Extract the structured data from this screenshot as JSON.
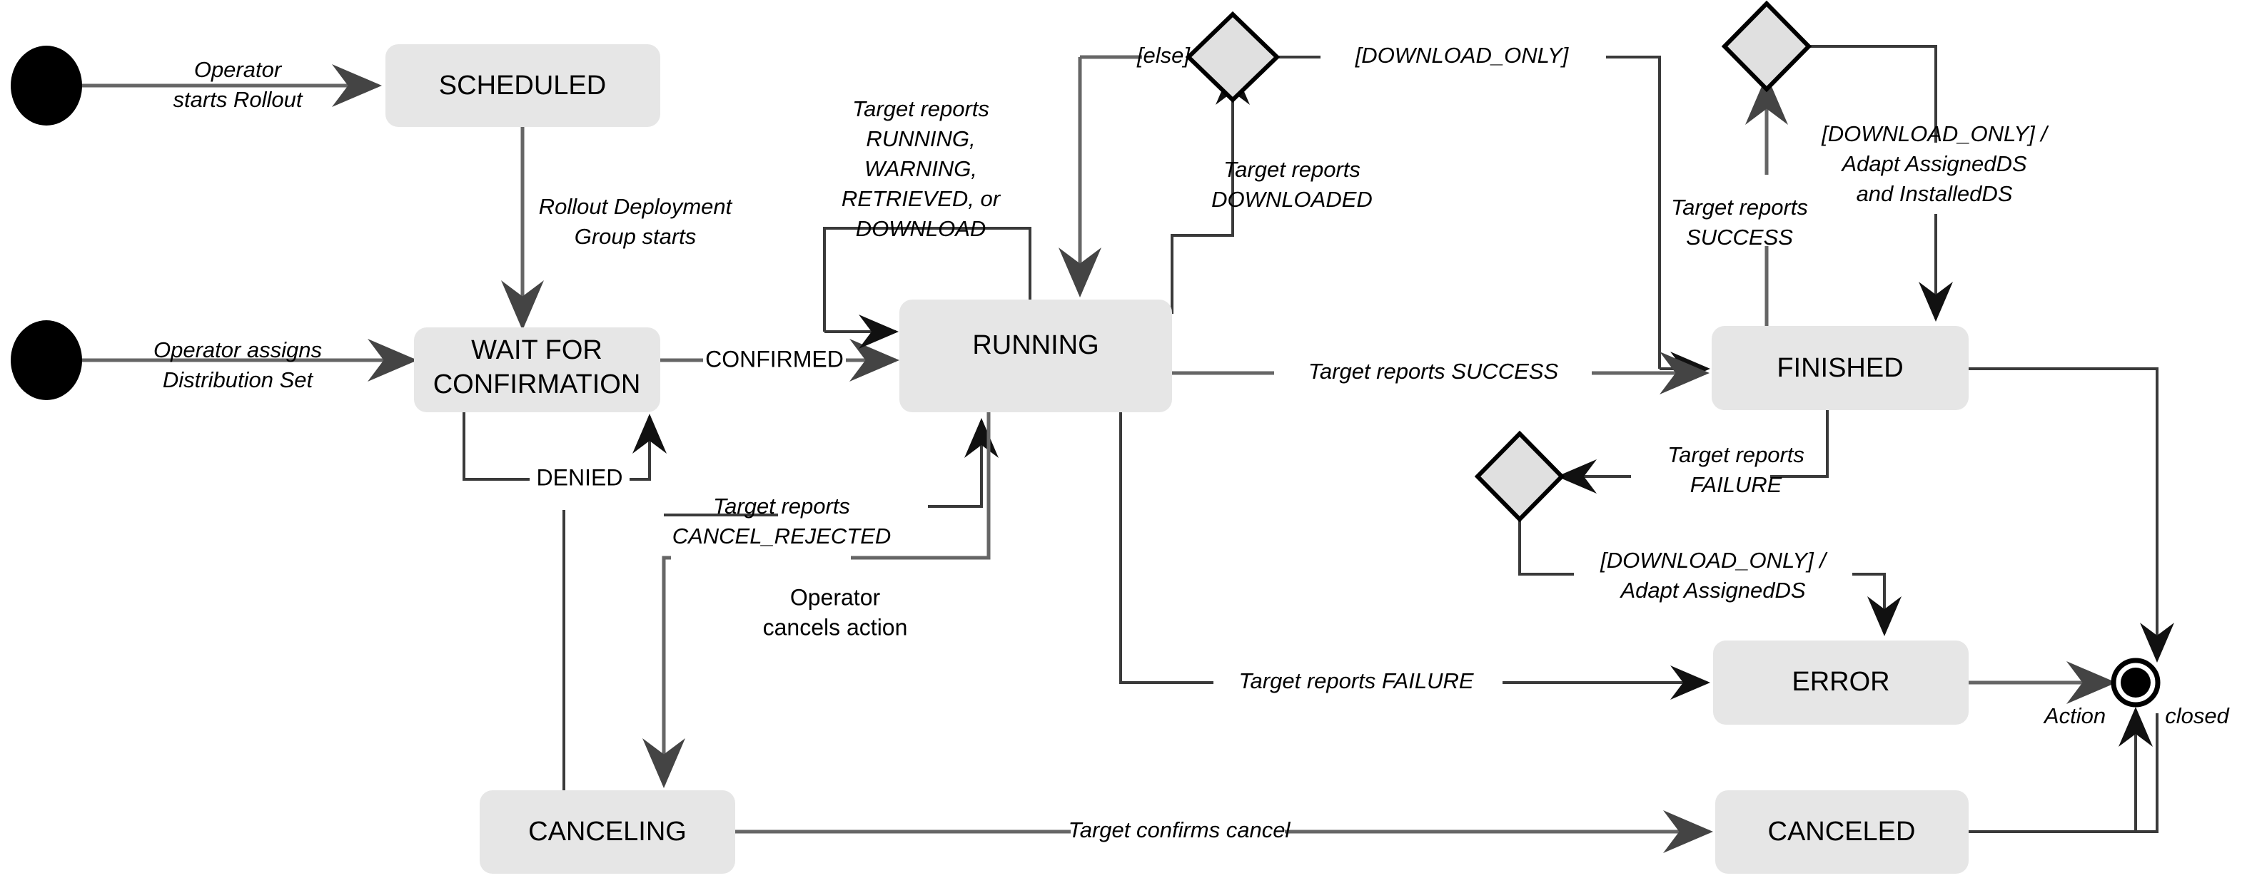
{
  "diagram": {
    "type": "uml-state-machine",
    "title": "Action state machine",
    "colors": {
      "state_fill": "#e6e6e6",
      "decision_fill": "#e0e0e0",
      "edge": "#666666",
      "edge_dark": "#3a3a3a",
      "text": "#000000",
      "background": "#ffffff"
    },
    "states": [
      {
        "id": "scheduled",
        "label": "SCHEDULED"
      },
      {
        "id": "wait_for_confirmation",
        "label_line1": "WAIT FOR",
        "label_line2": "CONFIRMATION"
      },
      {
        "id": "running",
        "label": "RUNNING"
      },
      {
        "id": "finished",
        "label": "FINISHED"
      },
      {
        "id": "error",
        "label": "ERROR"
      },
      {
        "id": "canceling",
        "label": "CANCELING"
      },
      {
        "id": "canceled",
        "label": "CANCELED"
      }
    ],
    "pseudostates": [
      {
        "id": "initial-rollout",
        "kind": "initial"
      },
      {
        "id": "initial-assign",
        "kind": "initial"
      },
      {
        "id": "decision-download-running",
        "kind": "decision"
      },
      {
        "id": "decision-download-finished",
        "kind": "decision"
      },
      {
        "id": "decision-download-error",
        "kind": "decision"
      },
      {
        "id": "final-closed",
        "kind": "final"
      }
    ],
    "transitions": [
      {
        "id": "t-start-rollout",
        "from": "initial-rollout",
        "to": "scheduled",
        "label_line1": "Operator",
        "label_line2": "starts Rollout",
        "style": "italic"
      },
      {
        "id": "t-group-starts",
        "from": "scheduled",
        "to": "wait_for_confirmation",
        "label_line1": "Rollout Deployment",
        "label_line2": "Group starts",
        "style": "italic"
      },
      {
        "id": "t-assign-ds",
        "from": "initial-assign",
        "to": "wait_for_confirmation",
        "label_line1": "Operator assigns",
        "label_line2": "Distribution Set",
        "style": "italic"
      },
      {
        "id": "t-denied",
        "from": "wait_for_confirmation",
        "to": "wait_for_confirmation",
        "label": "DENIED",
        "style": "plain"
      },
      {
        "id": "t-confirmed",
        "from": "wait_for_confirmation",
        "to": "running",
        "label": "CONFIRMED",
        "style": "plain"
      },
      {
        "id": "t-running-self",
        "from": "running",
        "to": "running",
        "label_line1": "Target reports",
        "label_line2": "RUNNING,",
        "label_line3": "WARNING,",
        "label_line4": "RETRIEVED, or",
        "label_line5": "DOWNLOAD",
        "style": "italic"
      },
      {
        "id": "t-downloaded",
        "from": "running",
        "to": "decision-download-running",
        "label_line1": "Target reports",
        "label_line2": "DOWNLOADED",
        "style": "italic"
      },
      {
        "id": "t-else-running",
        "from": "decision-download-running",
        "to": "running",
        "label": "[else]",
        "style": "italic"
      },
      {
        "id": "t-download-only-finished",
        "from": "decision-download-running",
        "to": "finished",
        "label": "[DOWNLOAD_ONLY]",
        "style": "italic"
      },
      {
        "id": "t-success-finished",
        "from": "running",
        "to": "finished",
        "label": "Target reports SUCCESS",
        "style": "italic"
      },
      {
        "id": "t-failure-error",
        "from": "running",
        "to": "error",
        "label": "Target reports FAILURE",
        "style": "italic"
      },
      {
        "id": "t-cancel-rejected",
        "from": "canceling",
        "to": "running",
        "label_line1": "Target reports",
        "label_line2": "CANCEL_REJECTED",
        "style": "italic"
      },
      {
        "id": "t-operator-cancels",
        "from": "running",
        "to": "canceling",
        "label_line1": "Operator",
        "label_line2": "cancels action",
        "style": "plain"
      },
      {
        "id": "t-wait-cancel",
        "from": "wait_for_confirmation",
        "to": "canceling",
        "label": "",
        "style": "plain"
      },
      {
        "id": "t-confirms-cancel",
        "from": "canceling",
        "to": "canceled",
        "label": "Target confirms cancel",
        "style": "italic"
      },
      {
        "id": "t-finished-success-decision",
        "from": "finished",
        "to": "decision-download-finished",
        "label_line1": "Target reports",
        "label_line2": "SUCCESS",
        "style": "italic"
      },
      {
        "id": "t-download-only-adapt-both",
        "from": "decision-download-finished",
        "to": "finished",
        "label_line1": "[DOWNLOAD_ONLY] /",
        "label_line2": "Adapt AssignedDS",
        "label_line3": "and InstalledDS",
        "style": "italic"
      },
      {
        "id": "t-finished-failure-decision",
        "from": "finished",
        "to": "decision-download-error",
        "label_line1": "Target reports",
        "label_line2": "FAILURE",
        "style": "italic"
      },
      {
        "id": "t-download-only-adapt-assigned",
        "from": "decision-download-error",
        "to": "error",
        "label_line1": "[DOWNLOAD_ONLY] /",
        "label_line2": "Adapt AssignedDS",
        "style": "italic"
      },
      {
        "id": "t-finished-closed",
        "from": "finished",
        "to": "final-closed",
        "label": "",
        "style": "plain"
      },
      {
        "id": "t-error-closed",
        "from": "error",
        "to": "final-closed",
        "label": "",
        "style": "plain"
      },
      {
        "id": "t-canceled-closed",
        "from": "canceled",
        "to": "final-closed",
        "label": "",
        "style": "plain"
      },
      {
        "id": "t-final-annotation",
        "from": "final-closed",
        "to": "final-closed",
        "label_left": "Action",
        "label_right": "closed",
        "style": "italic"
      }
    ],
    "labels": {
      "operator_starts_rollout_l1": "Operator",
      "operator_starts_rollout_l2": "starts Rollout",
      "rollout_group_l1": "Rollout Deployment",
      "rollout_group_l2": "Group starts",
      "operator_assigns_l1": "Operator assigns",
      "operator_assigns_l2": "Distribution Set",
      "denied": "DENIED",
      "confirmed": "CONFIRMED",
      "running_self_l1": "Target reports",
      "running_self_l2": "RUNNING,",
      "running_self_l3": "WARNING,",
      "running_self_l4": "RETRIEVED, or",
      "running_self_l5": "DOWNLOAD",
      "downloaded_l1": "Target reports",
      "downloaded_l2": "DOWNLOADED",
      "else": "[else]",
      "download_only": "[DOWNLOAD_ONLY]",
      "target_reports_success": "Target reports SUCCESS",
      "target_reports_failure": "Target reports FAILURE",
      "cancel_rejected_l1": "Target reports",
      "cancel_rejected_l2": "CANCEL_REJECTED",
      "operator_cancels_l1": "Operator",
      "operator_cancels_l2": "cancels action",
      "target_confirms_cancel": "Target confirms cancel",
      "finished_success_l1": "Target reports",
      "finished_success_l2": "SUCCESS",
      "download_only_adapt_both_l1": "[DOWNLOAD_ONLY] /",
      "download_only_adapt_both_l2": "Adapt AssignedDS",
      "download_only_adapt_both_l3": "and InstalledDS",
      "finished_failure_l1": "Target reports",
      "finished_failure_l2": "FAILURE",
      "download_only_adapt_assigned_l1": "[DOWNLOAD_ONLY] /",
      "download_only_adapt_assigned_l2": "Adapt AssignedDS",
      "action_word": "Action",
      "closed_word": "closed",
      "state_scheduled": "SCHEDULED",
      "state_wait_l1": "WAIT FOR",
      "state_wait_l2": "CONFIRMATION",
      "state_running": "RUNNING",
      "state_finished": "FINISHED",
      "state_error": "ERROR",
      "state_canceling": "CANCELING",
      "state_canceled": "CANCELED"
    }
  }
}
